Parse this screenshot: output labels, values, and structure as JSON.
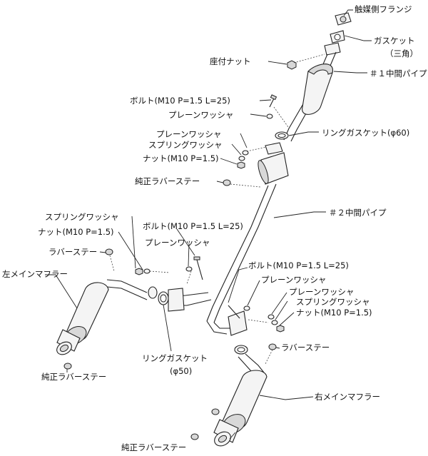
{
  "labels": {
    "cat_flange": "触媒側フランジ",
    "gasket": "ガスケット",
    "gasket_tri": "（三角）",
    "seat_nut": "座付ナット",
    "mid_pipe_1": "＃１中間パイプ",
    "bolt_top": "ボルト(M10 P=1.5 L=25)",
    "washer_top": "プレーンワッシャ",
    "washer_mid": "プレーンワッシャ",
    "spring_mid": "スプリングワッシャ",
    "nut_mid": "ナット(M10 P=1.5)",
    "ring_gasket_60": "リングガスケット(φ60)",
    "oem_rubber_top": "純正ラバーステー",
    "mid_pipe_2": "＃２中間パイプ",
    "spring_left": "スプリングワッシャ",
    "nut_left": "ナット(M10 P=1.5)",
    "bolt_left": "ボルト(M10 P=1.5 L=25)",
    "washer_left": "プレーンワッシャ",
    "rubber_left": "ラバーステー",
    "muffler_left": "左メインマフラー",
    "bolt_right": "ボルト(M10 P=1.5 L=25)",
    "washer_right_a": "プレーンワッシャ",
    "washer_right_b": "プレーンワッシャ",
    "spring_right": "スプリングワッシャ",
    "nut_right": "ナット(M10 P=1.5)",
    "ring_gasket_50": "リングガスケット",
    "ring_gasket_50_size": "(φ50)",
    "rubber_right": "ラバーステー",
    "oem_rubber_left": "純正ラバーステー",
    "muffler_right": "右メインマフラー",
    "oem_rubber_bottom": "純正ラバーステー"
  }
}
